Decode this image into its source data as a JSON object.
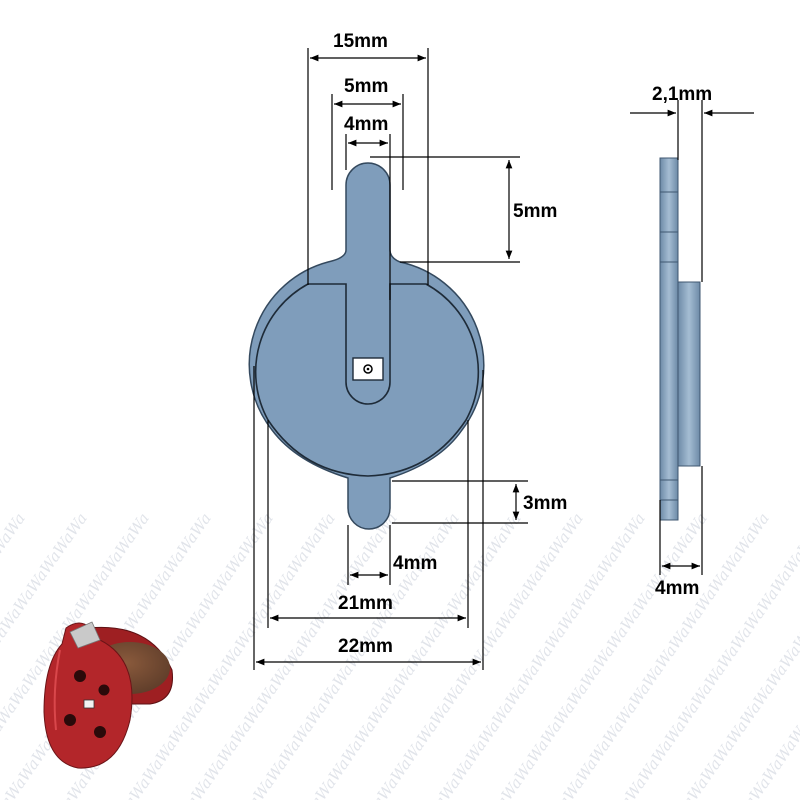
{
  "dimensions": {
    "top_width": "15mm",
    "tab_width_outer": "5mm",
    "tab_width_inner": "4mm",
    "tab_height": "5mm",
    "bottom_tab_height": "3mm",
    "bottom_tab_width": "4mm",
    "inner_diameter": "21mm",
    "outer_diameter": "22mm",
    "side_thickness": "2,1mm",
    "side_total": "4mm"
  },
  "watermark": "WaWa",
  "colors": {
    "part_fill": "#7f9dbb",
    "part_dark": "#5a7591",
    "line": "#000000",
    "photo_red": "#b3262a"
  }
}
